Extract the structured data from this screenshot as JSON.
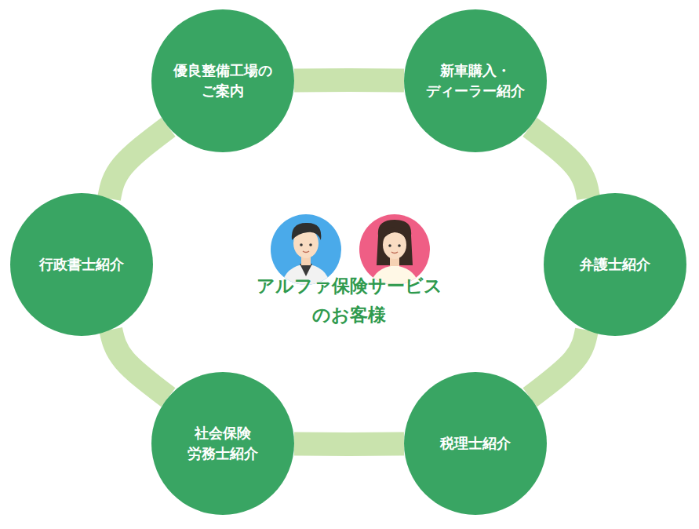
{
  "diagram": {
    "nodes": [
      {
        "text": [
          "優良整備工場の ご案内"
        ]
      },
      {
        "text": [
          "新車購入・ ディーラー紹介"
        ]
      },
      {
        "text": [
          "弁護士紹介"
        ]
      },
      {
        "text": [
          "税理士紹介"
        ]
      },
      {
        "text": [
          "社会保険 労務士紹介"
        ]
      },
      {
        "text": [
          "行政書士紹介"
        ]
      }
    ],
    "edges": [
      {
        "from": 0,
        "to": 1,
        "arrow": "none"
      },
      {
        "from": 1,
        "to": 2,
        "arrow": "none"
      },
      {
        "from": 2,
        "to": 3,
        "arrow": "none"
      },
      {
        "from": 3,
        "to": 4,
        "arrow": "none"
      },
      {
        "from": 4,
        "to": 5,
        "arrow": "none"
      },
      {
        "from": 5,
        "to": 0,
        "arrow": "none"
      }
    ],
    "labels": [
      "アルファ保険サービス のお客様"
    ]
  }
}
